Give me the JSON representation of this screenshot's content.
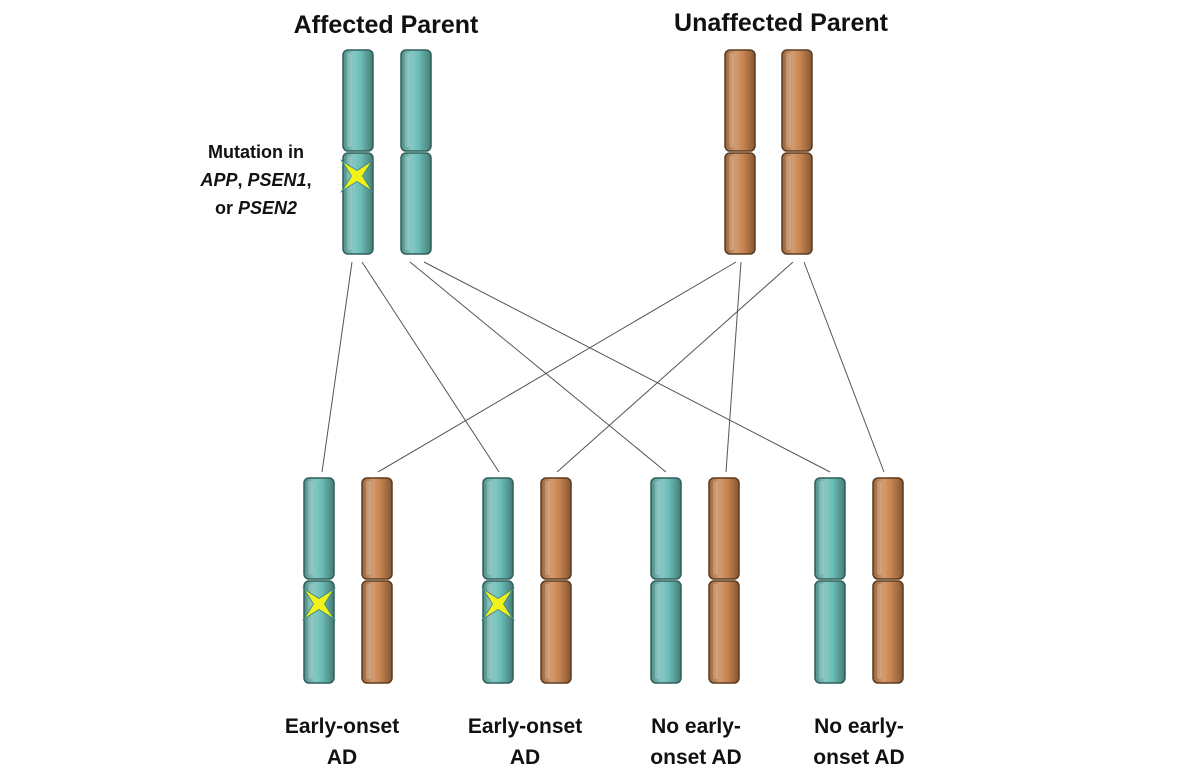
{
  "colors": {
    "affected_chromosome": "#6BBCB6",
    "unaffected_chromosome": "#C98550",
    "mutation_marker": "#F2F21A",
    "mutation_outline": "#3E8A80",
    "connector_line": "#555555"
  },
  "parents": {
    "affected": {
      "title": "Affected Parent"
    },
    "unaffected": {
      "title": "Unaffected Parent"
    }
  },
  "mutation_note": {
    "line1": "Mutation in",
    "gene1": "APP",
    "sep1": ", ",
    "gene2": "PSEN1",
    "sep2": ",",
    "prefix3": "or ",
    "gene3": "PSEN2"
  },
  "children": [
    {
      "line1": "Early-onset",
      "line2": "AD",
      "has_mutation": true
    },
    {
      "line1": "Early-onset",
      "line2": "AD",
      "has_mutation": true
    },
    {
      "line1": "No early-",
      "line2": "onset AD",
      "has_mutation": false
    },
    {
      "line1": "No early-",
      "line2": "onset AD",
      "has_mutation": false
    }
  ]
}
